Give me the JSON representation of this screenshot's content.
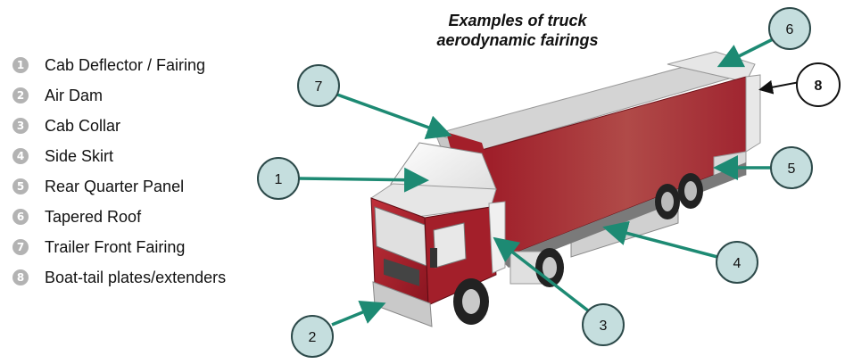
{
  "title_line1": "Examples of truck",
  "title_line2": "aerodynamic fairings",
  "legend": [
    {
      "num": "1",
      "label": "Cab Deflector / Fairing"
    },
    {
      "num": "2",
      "label": "Air Dam"
    },
    {
      "num": "3",
      "label": "Cab Collar"
    },
    {
      "num": "4",
      "label": "Side Skirt"
    },
    {
      "num": "5",
      "label": "Rear Quarter Panel"
    },
    {
      "num": "6",
      "label": "Tapered Roof"
    },
    {
      "num": "7",
      "label": "Trailer Front Fairing"
    },
    {
      "num": "8",
      "label": "Boat-tail plates/extenders"
    }
  ],
  "callouts": [
    {
      "num": "1"
    },
    {
      "num": "2"
    },
    {
      "num": "3"
    },
    {
      "num": "4"
    },
    {
      "num": "5"
    },
    {
      "num": "6"
    },
    {
      "num": "7"
    },
    {
      "num": "8"
    }
  ],
  "colors": {
    "callout_fill": "#c5dede",
    "arrow": "#1d8a73",
    "truck_red": "#a31f2a"
  }
}
